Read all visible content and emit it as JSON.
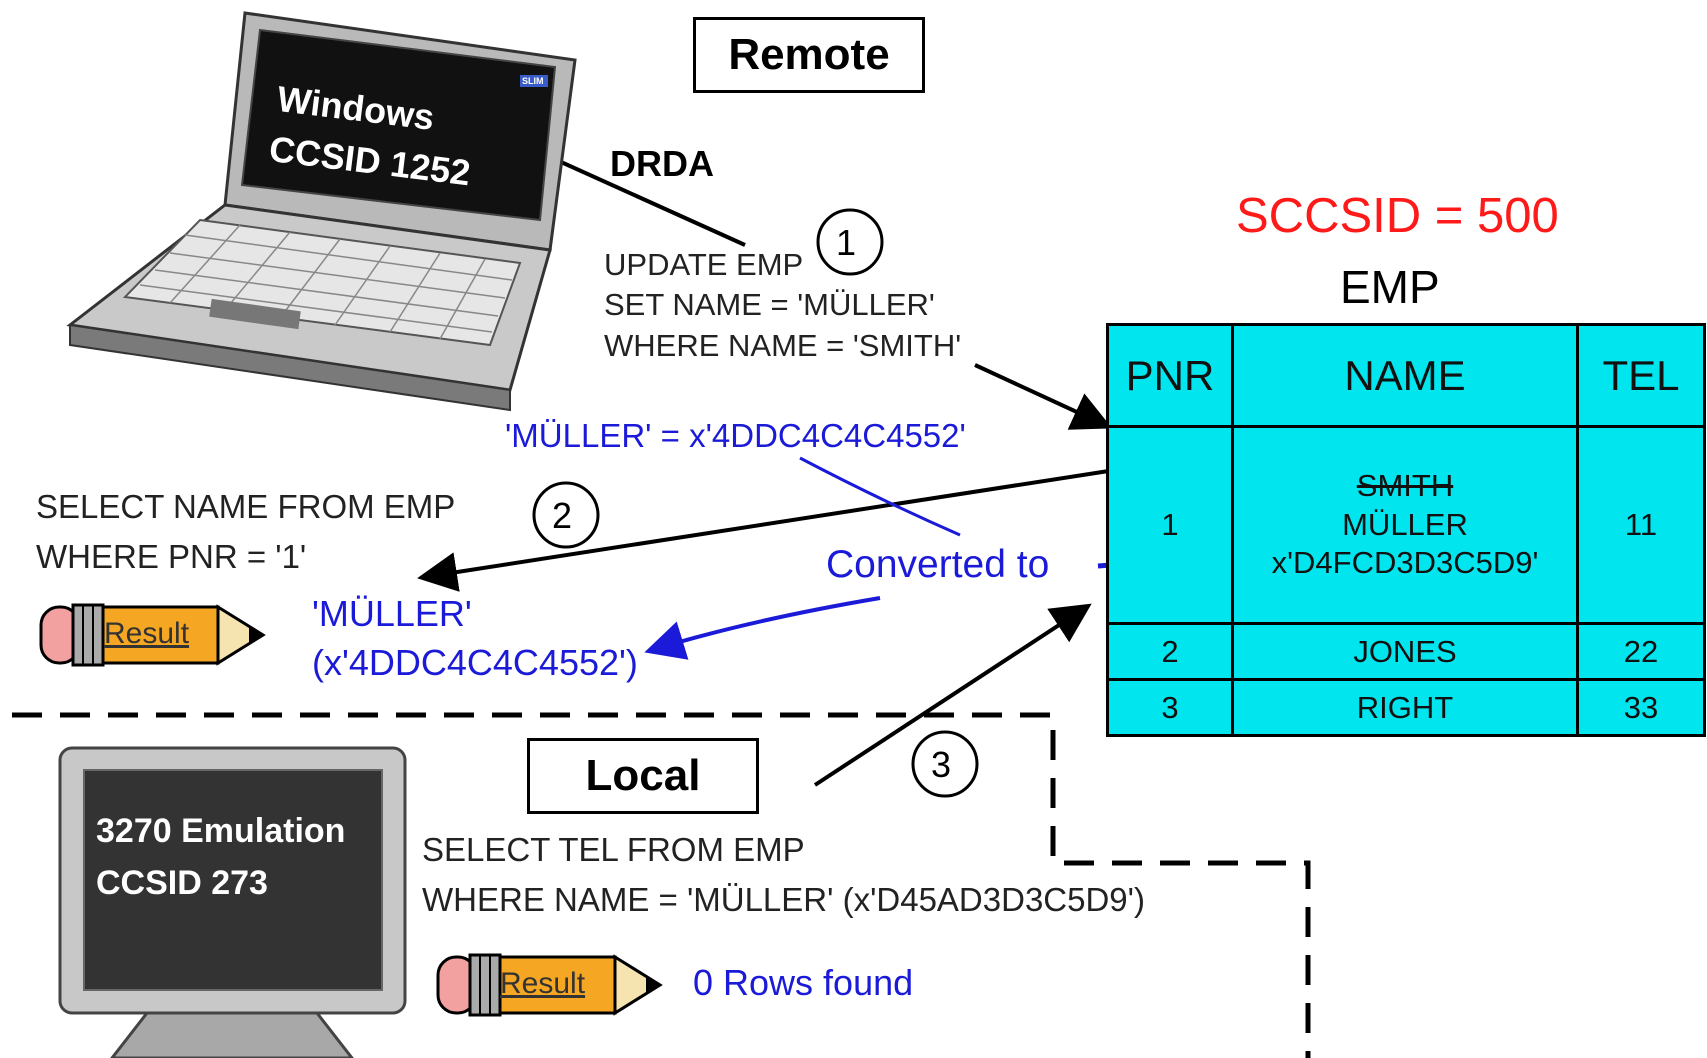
{
  "labels": {
    "remote": "Remote",
    "local": "Local",
    "drda": "DRDA",
    "laptop_line1": "Windows",
    "laptop_line2": "CCSID 1252",
    "laptop_logo": "SLIM",
    "terminal_line1": "3270 Emulation",
    "terminal_line2": "CCSID 273",
    "sccsid": "SCCSID = 500",
    "table_name": "EMP",
    "converted_to": "Converted to",
    "result_label": "Result",
    "rows_found": "0 Rows found"
  },
  "steps": [
    "1",
    "2",
    "3"
  ],
  "queries": {
    "update": [
      "UPDATE EMP",
      "SET NAME = 'MÜLLER'",
      "WHERE NAME = 'SMITH'"
    ],
    "update_hex": "'MÜLLER' = x'4DDC4C4C4552'",
    "select_name": [
      "SELECT NAME FROM EMP",
      "WHERE PNR = '1'"
    ],
    "select_result": [
      "'MÜLLER'",
      "(x'4DDC4C4C4552')"
    ],
    "select_tel": [
      "SELECT TEL FROM EMP",
      "WHERE NAME = 'MÜLLER' (x'D45AD3D3C5D9')"
    ]
  },
  "table": {
    "headers": [
      "PNR",
      "NAME",
      "TEL"
    ],
    "rows": [
      {
        "pnr": "1",
        "name_old": "SMITH",
        "name": "MÜLLER",
        "name_hex": "x'D4FCD3D3C5D9'",
        "tel": "11"
      },
      {
        "pnr": "2",
        "name": "JONES",
        "tel": "22"
      },
      {
        "pnr": "3",
        "name": "RIGHT",
        "tel": "33"
      }
    ]
  },
  "colors": {
    "sccsid": "#ff1a1a",
    "table_fill": "#00e5ee",
    "converted": "#1a1ad8",
    "pencil_body": "#f5a623"
  }
}
